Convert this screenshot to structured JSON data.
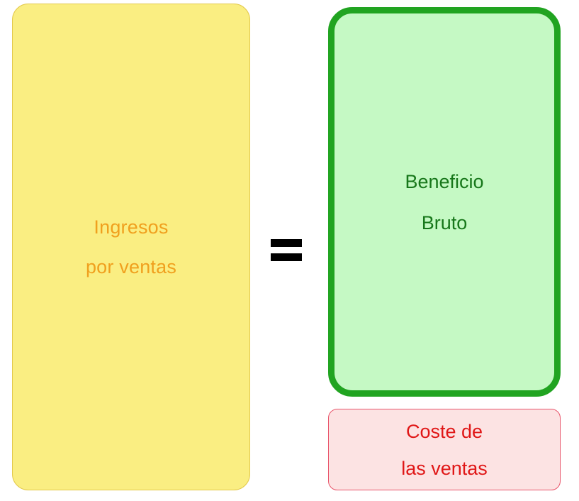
{
  "diagram": {
    "title": "Gross profit equation diagram",
    "boxes": {
      "revenue": {
        "label_line1": "Ingresos",
        "label_line2": "por ventas",
        "fill_color": "#faee82",
        "border_color": "#e3c94a",
        "text_color": "#f0a01e"
      },
      "gross_profit": {
        "label_line1": "Beneficio",
        "label_line2": "Bruto",
        "fill_color": "#c5f9c4",
        "border_color": "#21a421",
        "text_color": "#17771a"
      },
      "cost_of_sales": {
        "label_line1": "Coste de",
        "label_line2": "las ventas",
        "fill_color": "#fce3e3",
        "border_color": "#e8546a",
        "text_color": "#e01717"
      }
    },
    "operator": {
      "symbol": "=",
      "name": "equals-sign",
      "color": "#000000"
    }
  }
}
